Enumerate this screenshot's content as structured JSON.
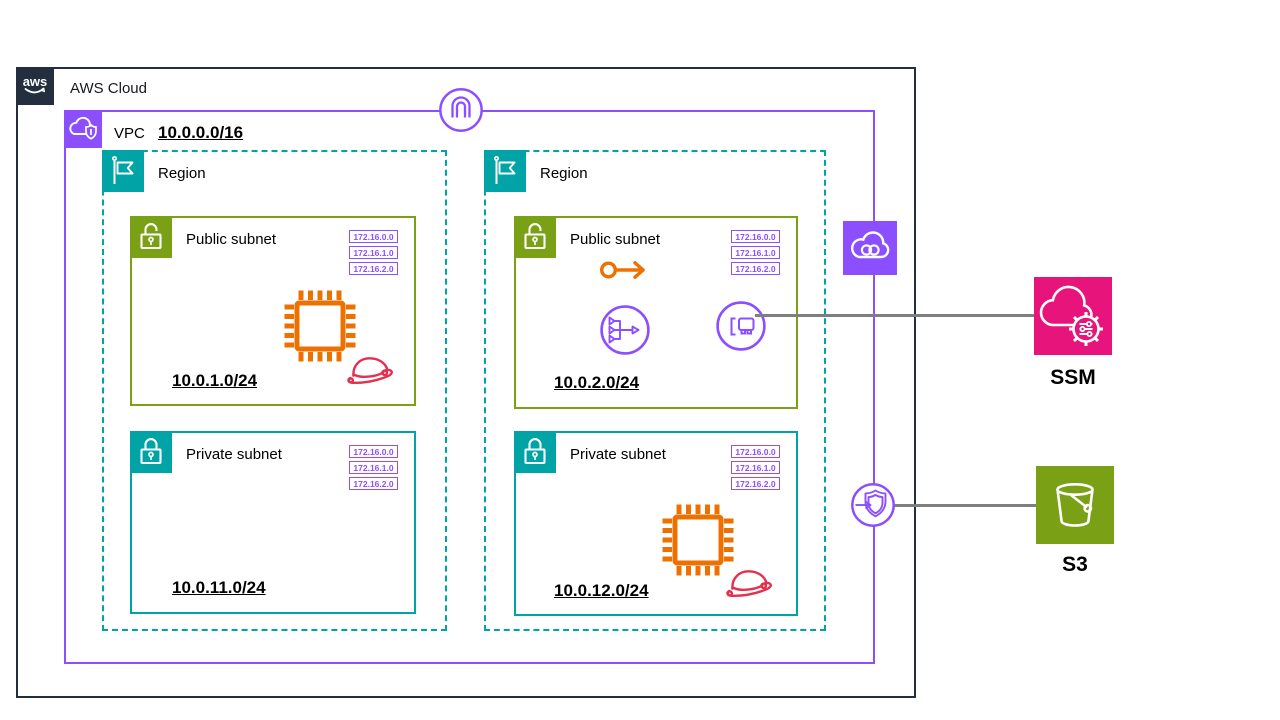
{
  "aws_cloud": {
    "label": "AWS Cloud",
    "logo": "aws"
  },
  "vpc": {
    "label": "VPC",
    "cidr": "10.0.0.0/16"
  },
  "regions": [
    {
      "label": "Region",
      "public": {
        "label": "Public subnet",
        "cidr": "10.0.1.0/24",
        "ips": [
          "172.16.0.0",
          "172.16.1.0",
          "172.16.2.0"
        ]
      },
      "private": {
        "label": "Private subnet",
        "cidr": "10.0.11.0/24",
        "ips": [
          "172.16.0.0",
          "172.16.1.0",
          "172.16.2.0"
        ]
      }
    },
    {
      "label": "Region",
      "public": {
        "label": "Public subnet",
        "cidr": "10.0.2.0/24",
        "ips": [
          "172.16.0.0",
          "172.16.1.0",
          "172.16.2.0"
        ]
      },
      "private": {
        "label": "Private subnet",
        "cidr": "10.0.12.0/24",
        "ips": [
          "172.16.0.0",
          "172.16.1.0",
          "172.16.2.0"
        ]
      }
    }
  ],
  "services": {
    "ssm": {
      "label": "SSM"
    },
    "s3": {
      "label": "S3"
    }
  },
  "icons": {
    "aws_cloud": "aws-logo",
    "vpc": "cloud-with-shield",
    "region": "flag",
    "public_subnet": "open-lock",
    "private_subnet": "closed-lock",
    "internet_gateway": "arch-in-circle",
    "ec2_instance": "chip",
    "red_hat": "fedora-hat",
    "key_pair": "key-arrow",
    "elastic_network_adapter": "merging-arrows-in-circle",
    "elastic_network_interface": "network-card-in-circle",
    "vpc_endpoints": "shield-arrow-in-circle",
    "privatelink": "cloud-chain-links",
    "ssm": "cloud-gear-sliders",
    "s3": "bucket"
  },
  "colors": {
    "dark": "#232F3E",
    "purple": "#8C4FFF",
    "teal": "#00A4A6",
    "green": "#7AA116",
    "orange": "#ED7100",
    "pink": "#E7157B",
    "red": "#E4304F",
    "gray": "#7F7F7F"
  }
}
